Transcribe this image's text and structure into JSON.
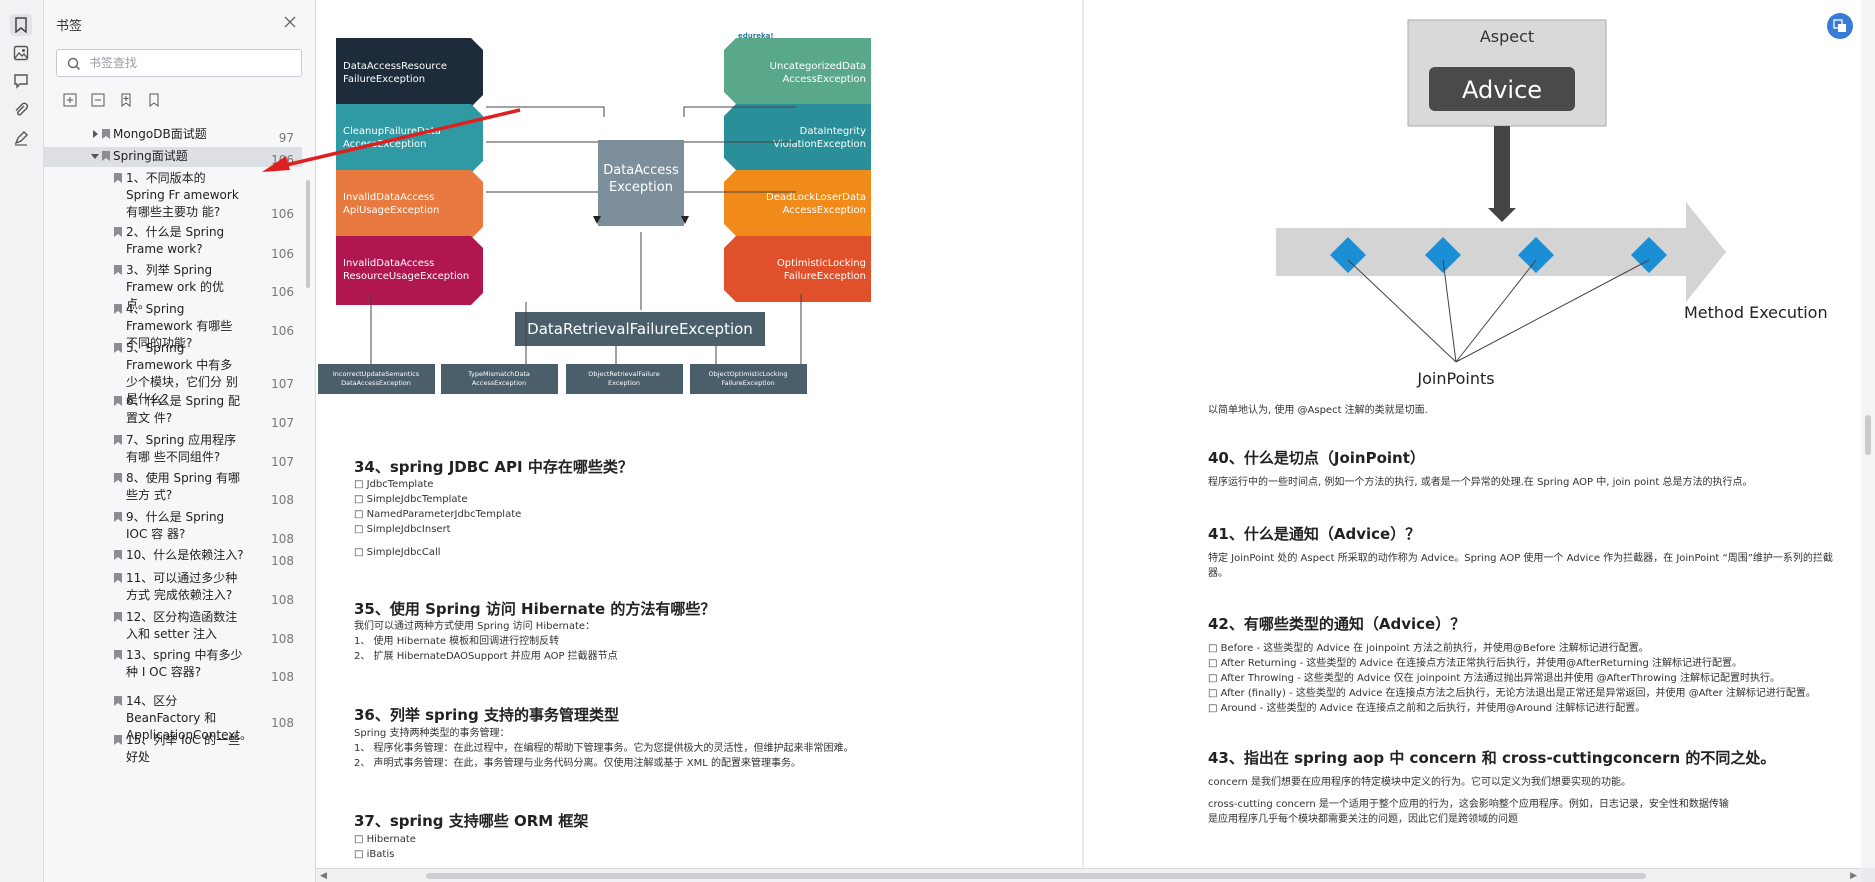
{
  "panel": {
    "title": "书签",
    "search_placeholder": "书签查找"
  },
  "tree": [
    {
      "label": "MongoDB面试题",
      "page": "97",
      "level": 0,
      "collapsed": true
    },
    {
      "label": "Spring面试题",
      "page": "106",
      "level": 0,
      "collapsed": false,
      "selected": true
    },
    {
      "label": "1、不同版本的 Spring Fr amework 有哪些主要功 能?",
      "page": "106",
      "level": 1
    },
    {
      "label": "2、什么是 Spring Frame work?",
      "page": "106",
      "level": 1
    },
    {
      "label": "3、列举 Spring Framew ork 的优点。",
      "page": "106",
      "level": 1
    },
    {
      "label": "4、Spring Framework 有哪些不同的功能?",
      "page": "106",
      "level": 1
    },
    {
      "label": "5、Spring Framework 中有多少个模块，它们分 别是什么?",
      "page": "107",
      "level": 1
    },
    {
      "label": "6、什么是 Spring 配置文 件?",
      "page": "107",
      "level": 1
    },
    {
      "label": "7、Spring 应用程序有哪 些不同组件?",
      "page": "107",
      "level": 1
    },
    {
      "label": "8、使用 Spring 有哪些方 式?",
      "page": "108",
      "level": 1
    },
    {
      "label": "9、什么是 Spring IOC 容 器?",
      "page": "108",
      "level": 1
    },
    {
      "label": "10、什么是依赖注入?",
      "page": "108",
      "level": 1
    },
    {
      "label": "11、可以通过多少种方式 完成依赖注入?",
      "page": "108",
      "level": 1
    },
    {
      "label": "12、区分构造函数注入和 setter 注入",
      "page": "108",
      "level": 1
    },
    {
      "label": "13、spring 中有多少种 I OC 容器?",
      "page": "108",
      "level": 1
    },
    {
      "label": "14、区分 BeanFactory 和 ApplicationContext。",
      "page": "108",
      "level": 1
    },
    {
      "label": "15、列举 IoC 的一些好处",
      "page": "",
      "level": 1
    }
  ],
  "diagram1": {
    "brand": "edureka!",
    "left_boxes": [
      "DataAccessResource FailureException",
      "CleanupFailureData AccessException",
      "InvalidDataAccess ApiUsageException",
      "InvalidDataAccess ResourceUsageException"
    ],
    "right_boxes": [
      "UncategorizedData AccessException",
      "DataIntegrity ViolationException",
      "DeadLockLoserData AccessException",
      "OptimisticLocking FailureException"
    ],
    "center": "DataAccess Exception",
    "bottom": "DataRetrievalFailureException",
    "leaves": [
      "IncorrectUpdateSemantics DataAccessException",
      "TypeMismatchData AccessException",
      "ObjectRetrievalFailure Exception",
      "ObjectOptimisticLocking FailureException"
    ]
  },
  "diagram2": {
    "aspect": "Aspect",
    "advice": "Advice",
    "method_execution": "Method Execution",
    "joinpoints": "JoinPoints"
  },
  "p1": {
    "q34": "34、spring JDBC API 中存在哪些类？",
    "q34_items": [
      "□ JdbcTemplate",
      "□ SimpleJdbcTemplate",
      "□ NamedParameterJdbcTemplate",
      "□ SimpleJdbcInsert",
      "□ SimpleJdbcCall"
    ],
    "q35": "35、使用 Spring 访问 Hibernate 的方法有哪些？",
    "q35_body": [
      "我们可以通过两种方式使用 Spring 访问 Hibernate：",
      "1、 使用 Hibernate 模板和回调进行控制反转",
      "2、 扩展 HibernateDAOSupport 并应用 AOP 拦截器节点"
    ],
    "q36": "36、列举 spring 支持的事务管理类型",
    "q36_body": [
      "Spring 支持两种类型的事务管理：",
      "1、 程序化事务管理：在此过程中，在编程的帮助下管理事务。它为您提供极大的灵活性，但维护起来非常困难。",
      "2、 声明式事务管理：在此，事务管理与业务代码分离。仅使用注解或基于 XML 的配置来管理事务。"
    ],
    "q37": "37、spring 支持哪些 ORM 框架",
    "q37_items": [
      "□ Hibernate",
      "□ iBatis"
    ]
  },
  "p2": {
    "aspect_note": "以简单地认为, 使用 @Aspect 注解的类就是切面.",
    "q40": "40、什么是切点（JoinPoint）",
    "q40_body": "程序运行中的一些时间点, 例如一个方法的执行, 或者是一个异常的处理.在 Spring AOP 中, join point 总是方法的执行点。",
    "q41": "41、什么是通知（Advice）？",
    "q41_body1": "特定 JoinPoint 处的 Aspect 所采取的动作称为 Advice。Spring AOP 使用一个 Advice 作为拦截器，在 JoinPoint “周围”维护一系列的拦截",
    "q41_body2": "器。",
    "q42": "42、有哪些类型的通知（Advice）？",
    "q42_items": [
      "□ Before - 这些类型的 Advice 在 joinpoint 方法之前执行，并使用@Before 注解标记进行配置。",
      "□ After Returning - 这些类型的 Advice 在连接点方法正常执行后执行，并使用@AfterReturning 注解标记进行配置。",
      "□ After Throwing - 这些类型的 Advice 仅在 joinpoint 方法通过抛出异常退出并使用 @AfterThrowing 注解标记配置时执行。",
      "□ After (finally) - 这些类型的 Advice 在连接点方法之后执行，无论方法退出是正常还是异常返回，并使用 @After 注解标记进行配置。",
      "□ Around - 这些类型的 Advice 在连接点之前和之后执行，并使用@Around 注解标记进行配置。"
    ],
    "q43": "43、指出在 spring aop 中 concern 和 cross-cuttingconcern 的不同之处。",
    "q43_body1": "concern 是我们想要在应用程序的特定模块中定义的行为。它可以定义为我们想要实现的功能。",
    "q43_body2a": "cross-cutting concern 是一个适用于整个应用的行为，这会影响整个应用程序。例如，日志记录，安全性和数据传输",
    "q43_body2b": "是应用程序几乎每个模块都需要关注的问题，因此它们是跨领域的问题"
  },
  "colors": {
    "dark_navy": "#1d2b3a",
    "teal": "#2f9aa3",
    "orange": "#e8793f",
    "crimson": "#b0164f",
    "green": "#5aa88a",
    "bright_orange": "#f08a19",
    "red_orange": "#e0502a",
    "slate": "#5b7482",
    "arrow_red": "#e02020",
    "diamond_blue": "#1a8fd6",
    "accent_blue": "#3a7bd5"
  }
}
